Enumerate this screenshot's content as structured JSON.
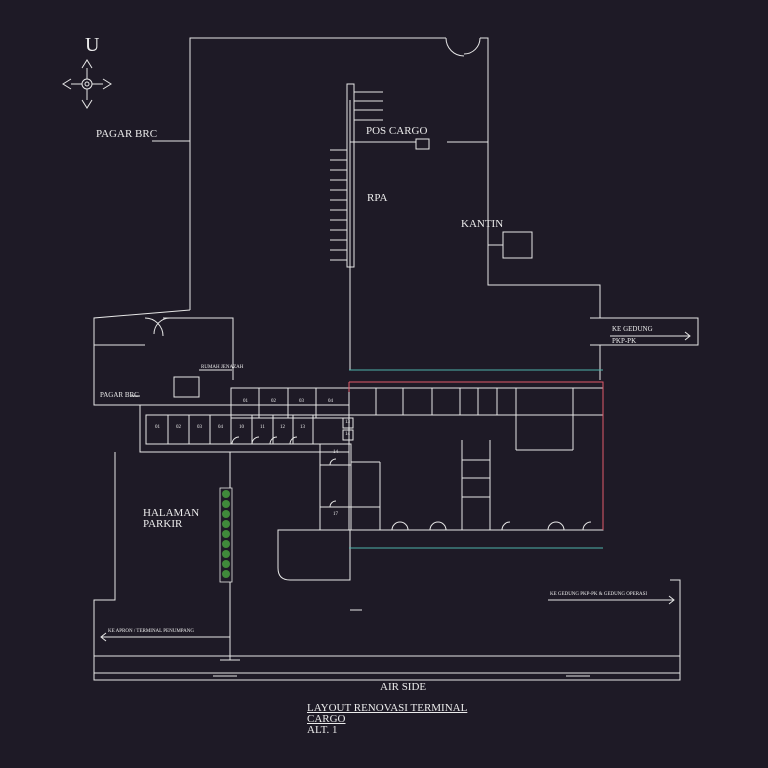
{
  "north": {
    "letter": "U",
    "icon": "compass-arrows-icon"
  },
  "labels": {
    "pagar_top": "PAGAR BRC",
    "pagar_bottom": "PAGAR BRC",
    "pos_cargo": "POS CARGO",
    "rpa": "RPA",
    "kantin": "KANTIN",
    "rumah_jenazah": "RUMAH JENAZAH",
    "halaman_parkir_1": "HALAMAN",
    "halaman_parkir_2": "PARKIR",
    "ke_gedung_1": "KE GEDUNG",
    "ke_gedung_2": "PKP-PK",
    "ke_gedung_operasi": "KE GEDUNG PKP-PK & GEDUNG OPERASI",
    "ke_apron": "KE APRON / TERMINAL PENUMPANG",
    "air_side": "AIR SIDE"
  },
  "rooms_top": [
    "01",
    "02",
    "03",
    "04"
  ],
  "rooms_bottom": [
    "01",
    "02",
    "03",
    "04",
    "10",
    "11",
    "12",
    "13"
  ],
  "rooms_side": [
    "14",
    "13",
    "14",
    "17"
  ],
  "title": {
    "line1": "LAYOUT RENOVASI TERMINAL",
    "line2": "CARGO",
    "line3": "ALT. 1"
  },
  "colors": {
    "background": "#1e1a26",
    "lines": "#e6e6e6",
    "outline_red": "#e05a6a",
    "outline_teal": "#4fb3a9",
    "vegetation": "#3f8a3a"
  }
}
